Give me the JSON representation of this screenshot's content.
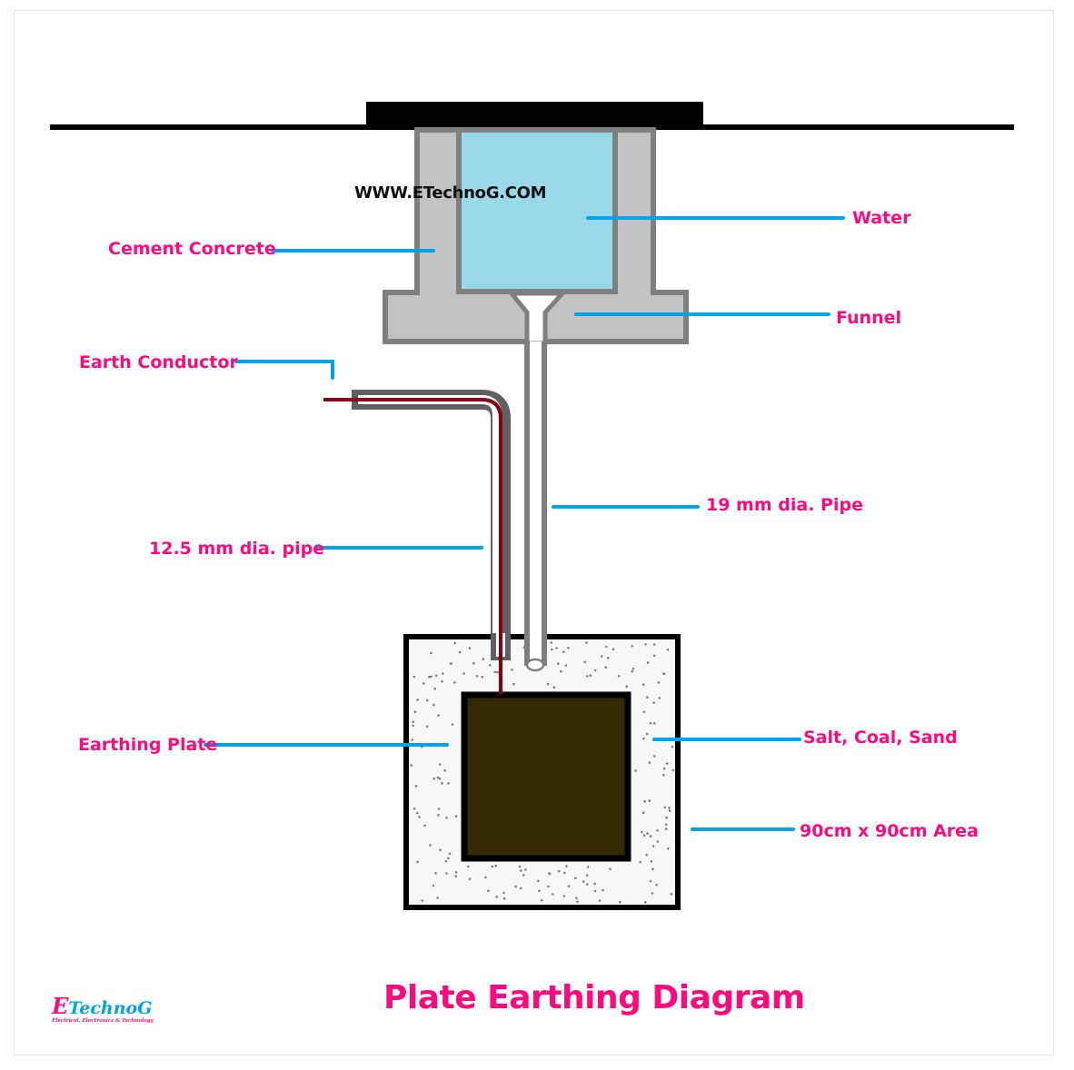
{
  "diagram": {
    "title": "Plate Earthing Diagram",
    "watermark": "WWW.ETechnoG.COM",
    "logo": {
      "initial": "E",
      "name": "TechnoG",
      "tagline": "Electrical, Electronics & Technology"
    },
    "labels": {
      "cement_concrete": "Cement Concrete",
      "water": "Water",
      "funnel": "Funnel",
      "earth_conductor": "Earth Conductor",
      "pipe_19mm": "19 mm dia. Pipe",
      "pipe_12_5mm": "12.5 mm dia. pipe",
      "earthing_plate": "Earthing Plate",
      "salt_coal_sand": "Salt, Coal, Sand",
      "area": "90cm x 90cm Area"
    },
    "colors": {
      "label_text": "#ff0a7e",
      "leader_line": "#00a2e8",
      "concrete_fill": "#c3c3c3",
      "concrete_stroke": "#7f7f7f",
      "water_fill": "#99d9ea",
      "conductor": "#880015",
      "plate_fill": "#352904",
      "pit_fill": "#f7f7f7",
      "logo_pink": "#ff0a7e",
      "logo_blue": "#00a2e8"
    }
  }
}
